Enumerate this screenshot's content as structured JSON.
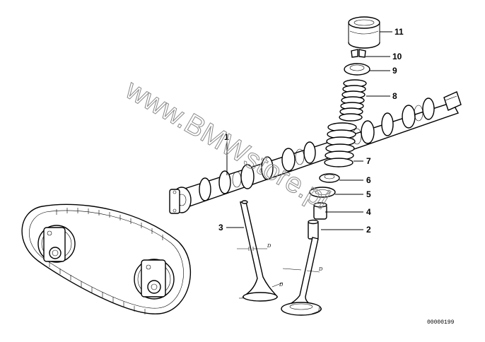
{
  "callouts": [
    {
      "id": "1",
      "label": "1"
    },
    {
      "id": "2",
      "label": "2"
    },
    {
      "id": "3",
      "label": "3"
    },
    {
      "id": "4",
      "label": "4"
    },
    {
      "id": "5",
      "label": "5"
    },
    {
      "id": "6",
      "label": "6"
    },
    {
      "id": "7",
      "label": "7"
    },
    {
      "id": "8",
      "label": "8"
    },
    {
      "id": "9",
      "label": "9"
    },
    {
      "id": "10",
      "label": "10"
    },
    {
      "id": "11",
      "label": "11"
    }
  ],
  "dimension_label": "D",
  "watermark": "www.BMWstore.pl",
  "diagram_number": "00000199"
}
